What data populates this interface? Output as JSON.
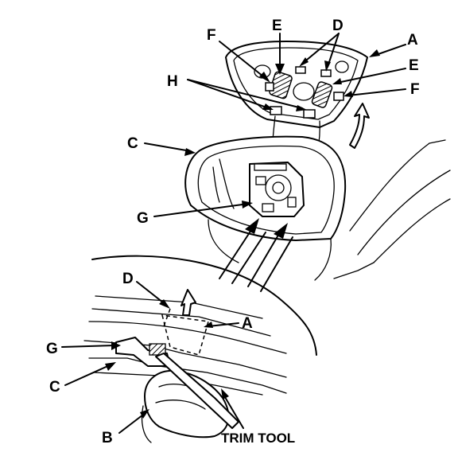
{
  "labels": {
    "A": "A",
    "B": "B",
    "C": "C",
    "D": "D",
    "E": "E",
    "F": "F",
    "G": "G",
    "H": "H",
    "trim_tool": "TRIM TOOL"
  },
  "colors": {
    "ink": "#000000",
    "paper": "#ffffff"
  }
}
